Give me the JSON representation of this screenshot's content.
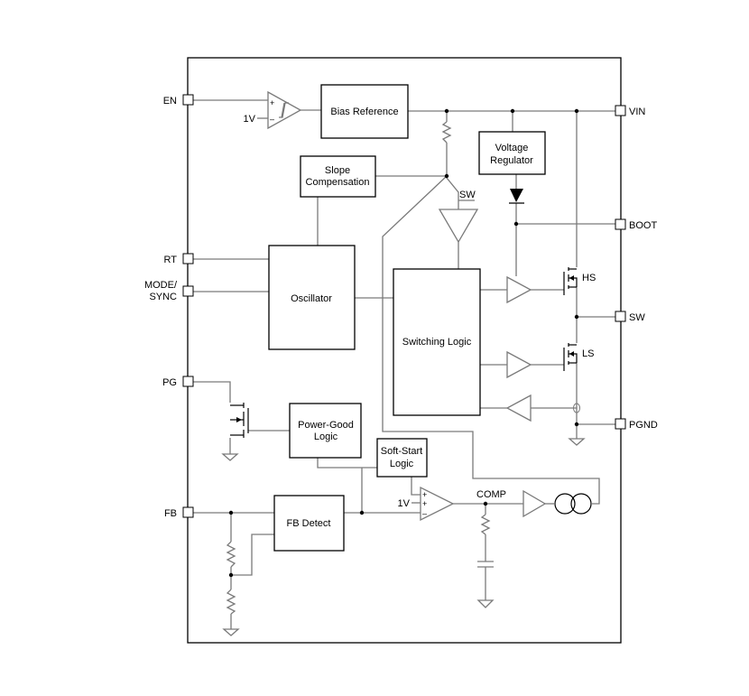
{
  "pins": {
    "en": "EN",
    "rt": "RT",
    "mode_line1": "MODE/",
    "mode_line2": "SYNC",
    "pg": "PG",
    "fb": "FB",
    "vin": "VIN",
    "boot": "BOOT",
    "sw": "SW",
    "pgnd": "PGND"
  },
  "blocks": {
    "bias_reference": "Bias Reference",
    "voltage_regulator_line1": "Voltage",
    "voltage_regulator_line2": "Regulator",
    "slope_comp_line1": "Slope",
    "slope_comp_line2": "Compensation",
    "oscillator": "Oscillator",
    "switching_logic": "Switching Logic",
    "power_good_line1": "Power-Good",
    "power_good_line2": "Logic",
    "soft_start_line1": "Soft-Start",
    "soft_start_line2": "Logic",
    "fb_detect": "FB Detect"
  },
  "labels": {
    "en_ref": "1V",
    "ea_ref": "1V",
    "sw_small": "SW",
    "hs": "HS",
    "ls": "LS",
    "comp": "COMP",
    "plus1": "+",
    "minus1": "–",
    "ea_plus1": "+",
    "ea_plus2": "+",
    "ea_minus": "–"
  }
}
